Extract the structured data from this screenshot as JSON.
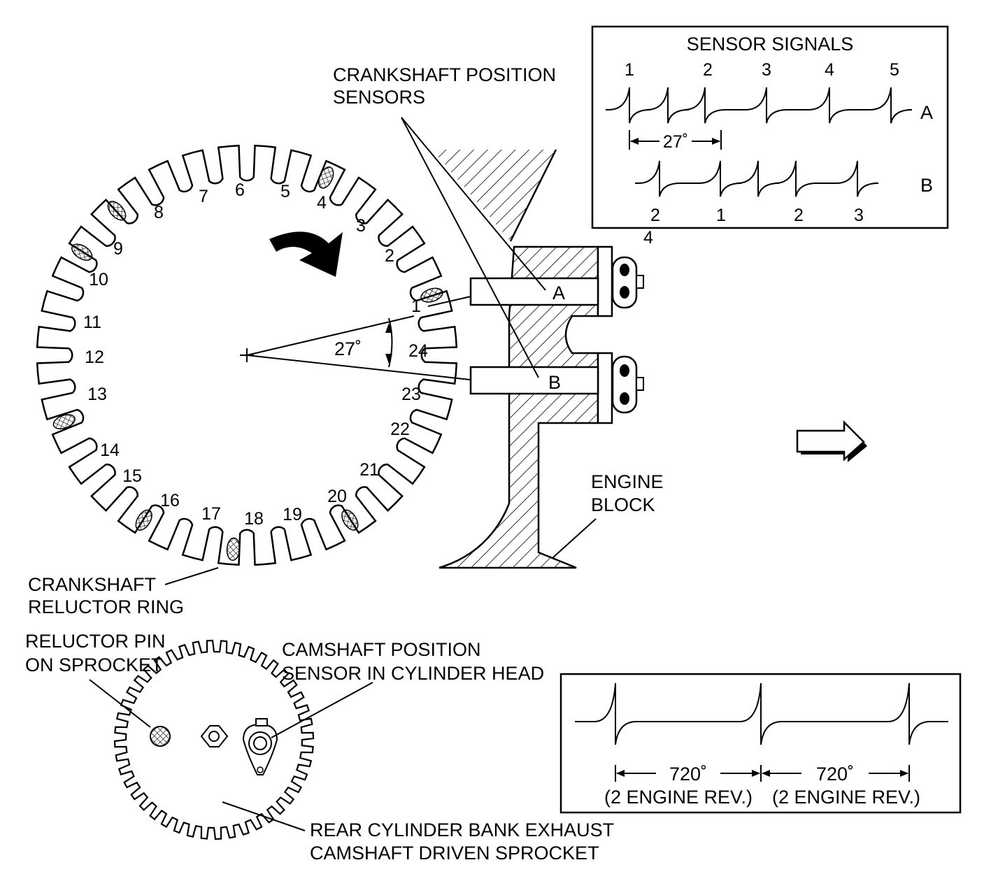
{
  "colors": {
    "ink": "#000000",
    "paper": "#ffffff"
  },
  "crank": {
    "title_line1": "CRANKSHAFT POSITION",
    "title_line2": "SENSORS",
    "ring_line1": "CRANKSHAFT",
    "ring_line2": "RELUCTOR RING",
    "tooth_numbers": [
      "1",
      "2",
      "3",
      "4",
      "5",
      "6",
      "7",
      "8",
      "9",
      "10",
      "11",
      "12",
      "13",
      "14",
      "15",
      "16",
      "17",
      "18",
      "19",
      "20",
      "21",
      "22",
      "23",
      "24"
    ],
    "angle_label": "27˚",
    "sensor_a": "A",
    "sensor_b": "B",
    "rotation_arrow_icon": "curved-arrow-icon"
  },
  "engine_block": {
    "line1": "ENGINE",
    "line2": "BLOCK"
  },
  "sensor_signals": {
    "title": "SENSOR SIGNALS",
    "a_numbers": [
      "1",
      "2",
      "3",
      "4",
      "5"
    ],
    "a_label": "A",
    "b_numbers": [
      "2",
      "1",
      "2",
      "3"
    ],
    "b_extra": "4",
    "b_label": "B",
    "span_label": "27˚"
  },
  "next_arrow_icon": "right-arrow-icon",
  "cam": {
    "pin_line1": "RELUCTOR PIN",
    "pin_line2": "ON SPROCKET",
    "sensor_line1": "CAMSHAFT POSITION",
    "sensor_line2": "SENSOR IN CYLINDER HEAD",
    "sprocket_line1": "REAR CYLINDER BANK EXHAUST",
    "sprocket_line2": "CAMSHAFT DRIVEN SPROCKET"
  },
  "cam_signal": {
    "span1_deg": "720˚",
    "span1_note": "(2 ENGINE REV.)",
    "span2_deg": "720˚",
    "span2_note": "(2 ENGINE REV.)"
  }
}
